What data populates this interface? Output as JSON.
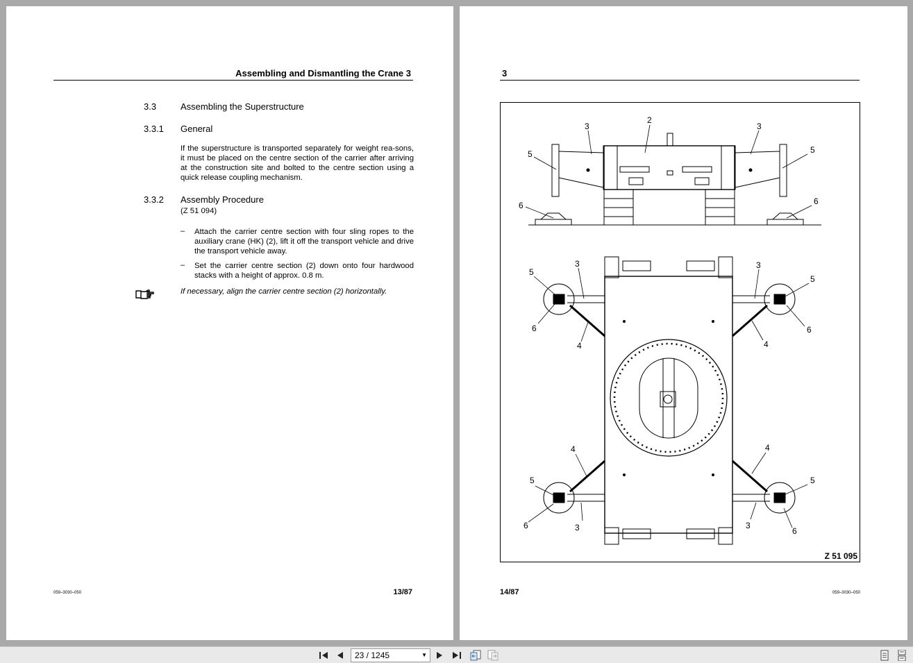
{
  "left_page": {
    "header": "Assembling and Dismantling the Crane 3",
    "section_3_3": {
      "number": "3.3",
      "title": "Assembling the Superstructure"
    },
    "section_3_3_1": {
      "number": "3.3.1",
      "title": "General",
      "text": "If the superstructure is transported separately for weight rea-sons, it must be placed on the centre section of the carrier after arriving at the construction site and bolted to the centre section using a quick release coupling mechanism."
    },
    "section_3_3_2": {
      "number": "3.3.2",
      "title": "Assembly Procedure",
      "ref": "(Z 51 094)",
      "steps": [
        {
          "dash": "–",
          "text": "Attach the carrier centre section with four sling ropes to the auxiliary crane (HK) (2), lift it off the transport vehicle and drive the transport vehicle away."
        },
        {
          "dash": "–",
          "text": "Set the carrier centre section (2) down onto four hardwood stacks with a height of approx. 0.8 m."
        }
      ],
      "note_icon": "pointing-hand-icon",
      "note": "If necessary, align the carrier centre section (2) horizontally."
    },
    "footer_doc": "059–3030–050",
    "page_number": "13/87"
  },
  "right_page": {
    "header": "3",
    "figure": {
      "ref": "Z 51 095",
      "labels_top": [
        "3",
        "2",
        "3",
        "5",
        "5",
        "6",
        "6"
      ],
      "labels_bottom": [
        "5",
        "3",
        "3",
        "5",
        "6",
        "6",
        "4",
        "4",
        "4",
        "4",
        "5",
        "5",
        "6",
        "3",
        "3",
        "6"
      ]
    },
    "page_number": "14/87",
    "footer_doc": "059–3030–050"
  },
  "toolbar": {
    "page_indicator": "23 / 1245",
    "icons": [
      "first-page-icon",
      "previous-page-icon",
      "next-page-icon",
      "last-page-icon",
      "back-view-icon",
      "forward-view-icon",
      "single-page-icon",
      "continuous-page-icon"
    ]
  }
}
